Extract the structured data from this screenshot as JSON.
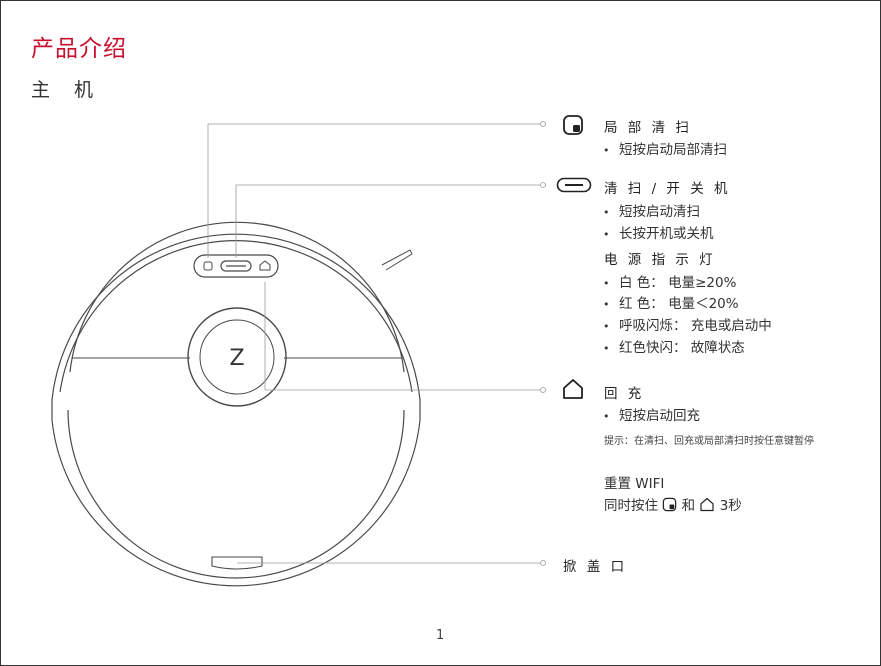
{
  "page": {
    "title": "产品介绍",
    "subtitle": "主 机",
    "page_number": "1"
  },
  "robot": {
    "logo_letter": "Z"
  },
  "spot_clean": {
    "header": "局 部 清 扫",
    "items": [
      "短按启动局部清扫"
    ]
  },
  "power": {
    "header": "清  扫 / 开 关 机",
    "items": [
      "短按启动清扫",
      "长按开机或关机"
    ]
  },
  "power_indicator": {
    "header": "电 源 指 示 灯",
    "items": [
      "白 色： 电量≥20%",
      "红 色： 电量＜20%",
      "呼吸闪烁： 充电或启动中",
      "红色快闪： 故障状态"
    ]
  },
  "dock": {
    "header": "回  充",
    "items": [
      "短按启动回充"
    ],
    "tip": "提示：在清扫、回充或局部清扫时按任意键暂停"
  },
  "wifi_reset": {
    "header": "重置 WIFI",
    "line_prefix": "同时按住",
    "line_and": "和",
    "line_suffix": "3秒"
  },
  "lid": {
    "label": "掀 盖 口"
  },
  "colors": {
    "accent": "#c8102e",
    "line": "#555555"
  },
  "icons": [
    "spot-clean-icon",
    "power-button-icon",
    "home-dock-icon"
  ]
}
